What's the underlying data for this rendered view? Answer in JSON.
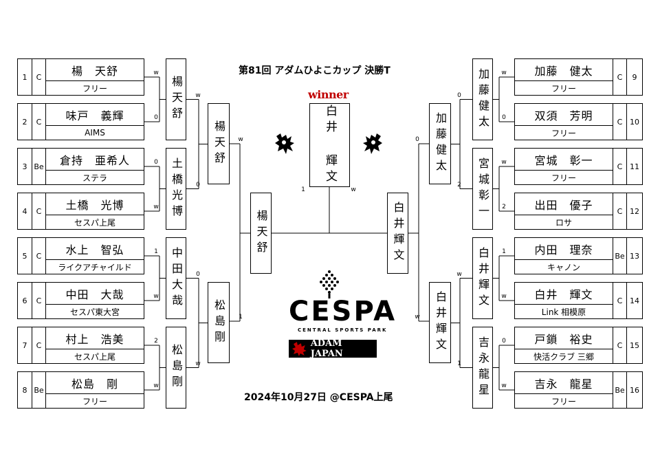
{
  "title": "第81回 アダムひよこカップ 決勝T",
  "date": "2024年10月27日 @CESPA上尾",
  "winner_label": "winner",
  "champion": "白井 輝文",
  "logo": {
    "main": "CESPA",
    "sub": "CENTRAL SPORTS PARK",
    "sponsor": "ADAM JAPAN"
  },
  "entries_left": [
    {
      "seed": "1",
      "class": "C",
      "name": "楊　天舒",
      "team": "フリー"
    },
    {
      "seed": "2",
      "class": "C",
      "name": "味戸　義輝",
      "team": "AIMS"
    },
    {
      "seed": "3",
      "class": "Be",
      "name": "倉持　亜希人",
      "team": "ステラ"
    },
    {
      "seed": "4",
      "class": "C",
      "name": "土橋　光博",
      "team": "セスパ上尾"
    },
    {
      "seed": "5",
      "class": "C",
      "name": "水上　智弘",
      "team": "ライクアチャイルド"
    },
    {
      "seed": "6",
      "class": "C",
      "name": "中田　大哉",
      "team": "セスパ東大宮"
    },
    {
      "seed": "7",
      "class": "C",
      "name": "村上　浩美",
      "team": "セスパ上尾"
    },
    {
      "seed": "8",
      "class": "Be",
      "name": "松島　剛",
      "team": "フリー"
    }
  ],
  "entries_right": [
    {
      "seed": "9",
      "class": "C",
      "name": "加藤　健太",
      "team": "フリー"
    },
    {
      "seed": "10",
      "class": "C",
      "name": "双須　芳明",
      "team": "フリー"
    },
    {
      "seed": "11",
      "class": "C",
      "name": "宮城　彰一",
      "team": "フリー"
    },
    {
      "seed": "12",
      "class": "C",
      "name": "出田　優子",
      "team": "ロサ"
    },
    {
      "seed": "13",
      "class": "Be",
      "name": "内田　理奈",
      "team": "キャノン"
    },
    {
      "seed": "14",
      "class": "C",
      "name": "白井　輝文",
      "team": "Link 相模原"
    },
    {
      "seed": "15",
      "class": "C",
      "name": "戸鎖　裕史",
      "team": "快活クラブ 三郷"
    },
    {
      "seed": "16",
      "class": "Be",
      "name": "吉永　龍星",
      "team": "フリー"
    }
  ],
  "r1_left": [
    "楊天舒",
    "土橋光博",
    "中田大哉",
    "松島剛"
  ],
  "r1_right": [
    "加藤健太",
    "宮城彰一",
    "白井輝文",
    "吉永龍星"
  ],
  "r2_left": [
    "楊天舒",
    "松島剛"
  ],
  "r2_right": [
    "加藤健太",
    "白井輝文"
  ],
  "semi_left": "楊天舒",
  "semi_right": "白井輝文",
  "final_box": "白井輝文",
  "scores": {
    "r1l": [
      [
        "w",
        "0"
      ],
      [
        "0",
        "w"
      ],
      [
        "1",
        "w"
      ],
      [
        "2",
        "w"
      ]
    ],
    "r2l": [
      [
        "w",
        "0"
      ],
      [
        "0",
        "w"
      ]
    ],
    "sfl": [
      "w",
      "1"
    ],
    "r1r": [
      [
        "w",
        "0"
      ],
      [
        "w",
        "2"
      ],
      [
        "1",
        "w"
      ],
      [
        "0",
        "w"
      ]
    ],
    "r2r": [
      [
        "0",
        "2"
      ],
      [
        "w",
        "1"
      ]
    ],
    "sfr": [
      "0",
      "w"
    ],
    "final": [
      "1",
      "w"
    ]
  }
}
